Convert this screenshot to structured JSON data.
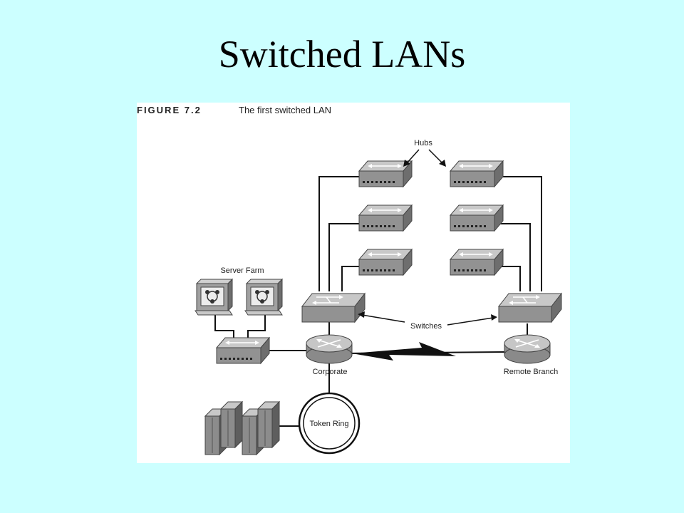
{
  "slide": {
    "title": "Switched LANs"
  },
  "figure": {
    "number": "FIGURE 7.2",
    "caption": "The first switched LAN",
    "labels": {
      "hubs": "Hubs",
      "server_farm": "Server Farm",
      "switches": "Switches",
      "corporate": "Corporate",
      "remote_branch": "Remote Branch",
      "token_ring": "Token Ring"
    }
  },
  "colors": {
    "background": "#ccffff",
    "panel": "#ffffff",
    "device_gray": "#8f8f8f"
  },
  "icons": [
    "hub-icon",
    "switch-icon",
    "router-icon",
    "server-icon",
    "mainframe-icon",
    "lightning-link-icon"
  ]
}
